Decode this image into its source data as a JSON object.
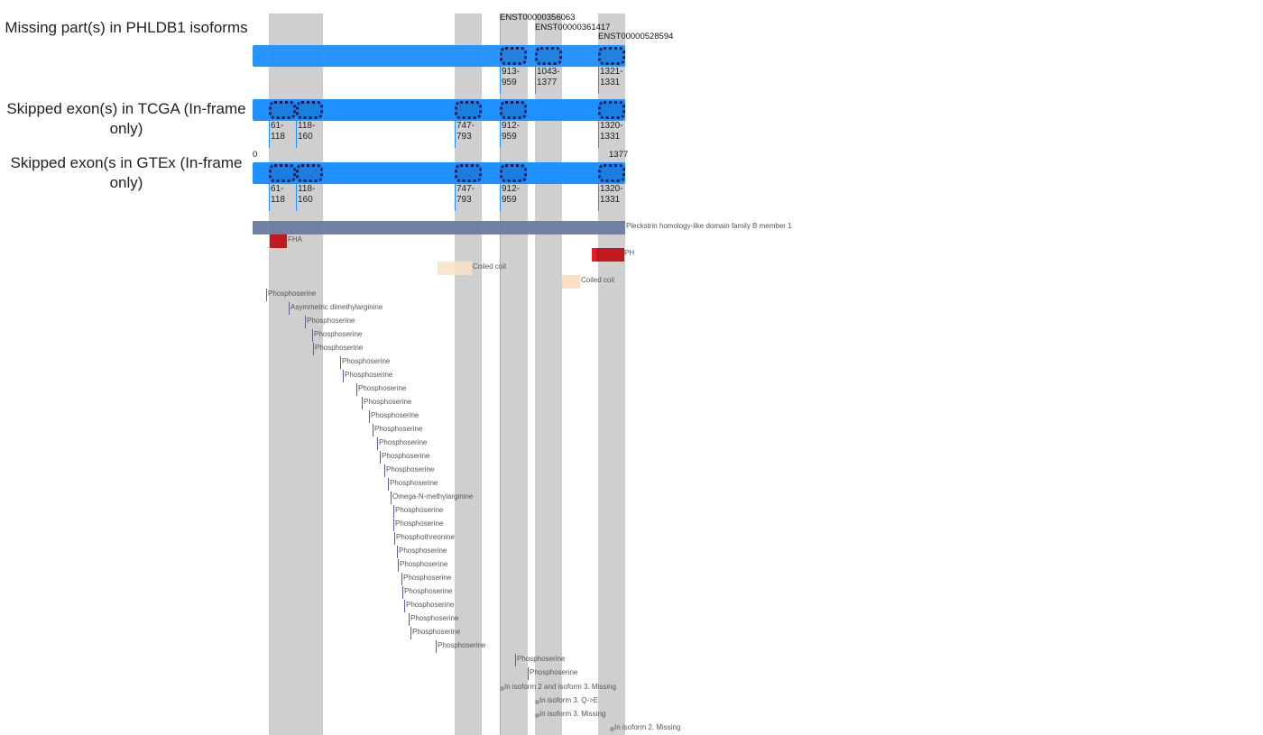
{
  "row_labels": {
    "missing": "Missing part(s) in PHLDB1 isoforms",
    "tcga": "Skipped exon(s) in TCGA (In-frame only)",
    "gtex": "Skipped exon(s in GTEx (In-frame only)"
  },
  "transcripts": [
    "ENST00000356063",
    "ENST00000361417",
    "ENST00000528594"
  ],
  "missing_ranges": [
    "913-959",
    "1043-1377",
    "1321-1331"
  ],
  "tcga_ranges": [
    "61-118",
    "118-160",
    "747-793",
    "912-959",
    "1320-1331"
  ],
  "gtex_ranges": [
    "61-118",
    "118-160",
    "747-793",
    "912-959",
    "1320-1331"
  ],
  "axis": {
    "start": "0",
    "end": "1377"
  },
  "protein": "Pleckstrin homology-like domain family B member 1",
  "domains": {
    "fha": "FHA",
    "ph": "PH",
    "coil1": "Coiled coil",
    "coil2": "Coiled coil"
  },
  "ptms": [
    "Phosphoserine",
    "Asymmetric dimethylarginine",
    "Phosphoserine",
    "Phosphoserine",
    "Phosphoserine",
    "Phosphoserine",
    "Phosphoserine",
    "Phosphoserine",
    "Phosphoserine",
    "Phosphoserine",
    "Phosphoserine",
    "Phosphoserine",
    "Phosphoserine",
    "Phosphoserine",
    "Phosphoserine",
    "Omega-N-methylarginine",
    "Phosphoserine",
    "Phosphoserine",
    "Phosphothreonine",
    "Phosphoserine",
    "Phosphoserine",
    "Phosphoserine",
    "Phosphoserine",
    "Phosphoserine",
    "Phosphoserine",
    "Phosphoserine",
    "Phosphoserine",
    "Phosphoserine",
    "Phosphoserine"
  ],
  "variants": [
    "In isoform 2 and isoform 3. Missing",
    "In isoform 3. Q->E",
    "In isoform 3. Missing",
    "In isoform 2. Missing"
  ],
  "colors": {
    "bar": "#1e90ff",
    "protein": "#6b7aa1",
    "domain": "#c0191f",
    "coil": "#f9e0c4",
    "highlight": "#cfcfcf"
  }
}
